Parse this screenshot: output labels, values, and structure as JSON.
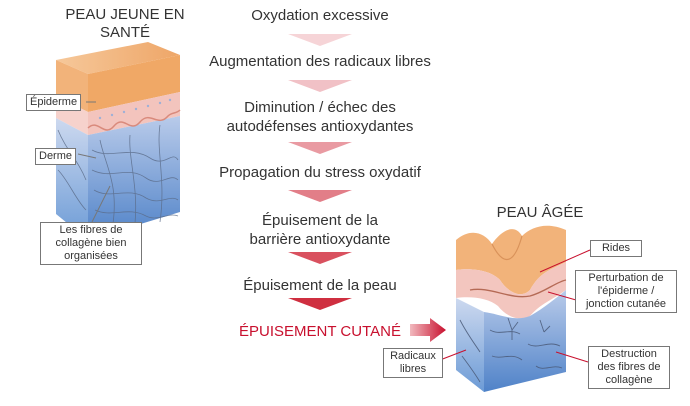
{
  "young_skin": {
    "title": "PEAU JEUNE EN SANTÉ",
    "labels": {
      "epiderme": "Épiderme",
      "derme": "Derme",
      "fibres": "Les fibres de collagène bien organisées"
    }
  },
  "cascade": {
    "steps": [
      "Oxydation excessive",
      "Augmentation des radicaux libres",
      "Diminution / échec des autodéfenses antioxydantes",
      "Propagation du stress oxydatif",
      "Épuisement de la barrière antioxydante",
      "Épuisement de la peau"
    ],
    "final": "ÉPUISEMENT CUTANÉ"
  },
  "aged_skin": {
    "title": "PEAU ÂGÉE",
    "labels": {
      "rides": "Rides",
      "perturbation": "Perturbation de l'épiderme / jonction cutanée",
      "destruction": "Destruction des fibres de collagène",
      "radicaux": "Radicaux libres"
    }
  },
  "colors": {
    "arrow_light": "#f3c9cd",
    "arrow_mid": "#e2868f",
    "arrow_dark": "#c8102e",
    "epidermis_top": "#f3b680",
    "dermis": "#6f9fd8",
    "label_border": "#777777"
  }
}
